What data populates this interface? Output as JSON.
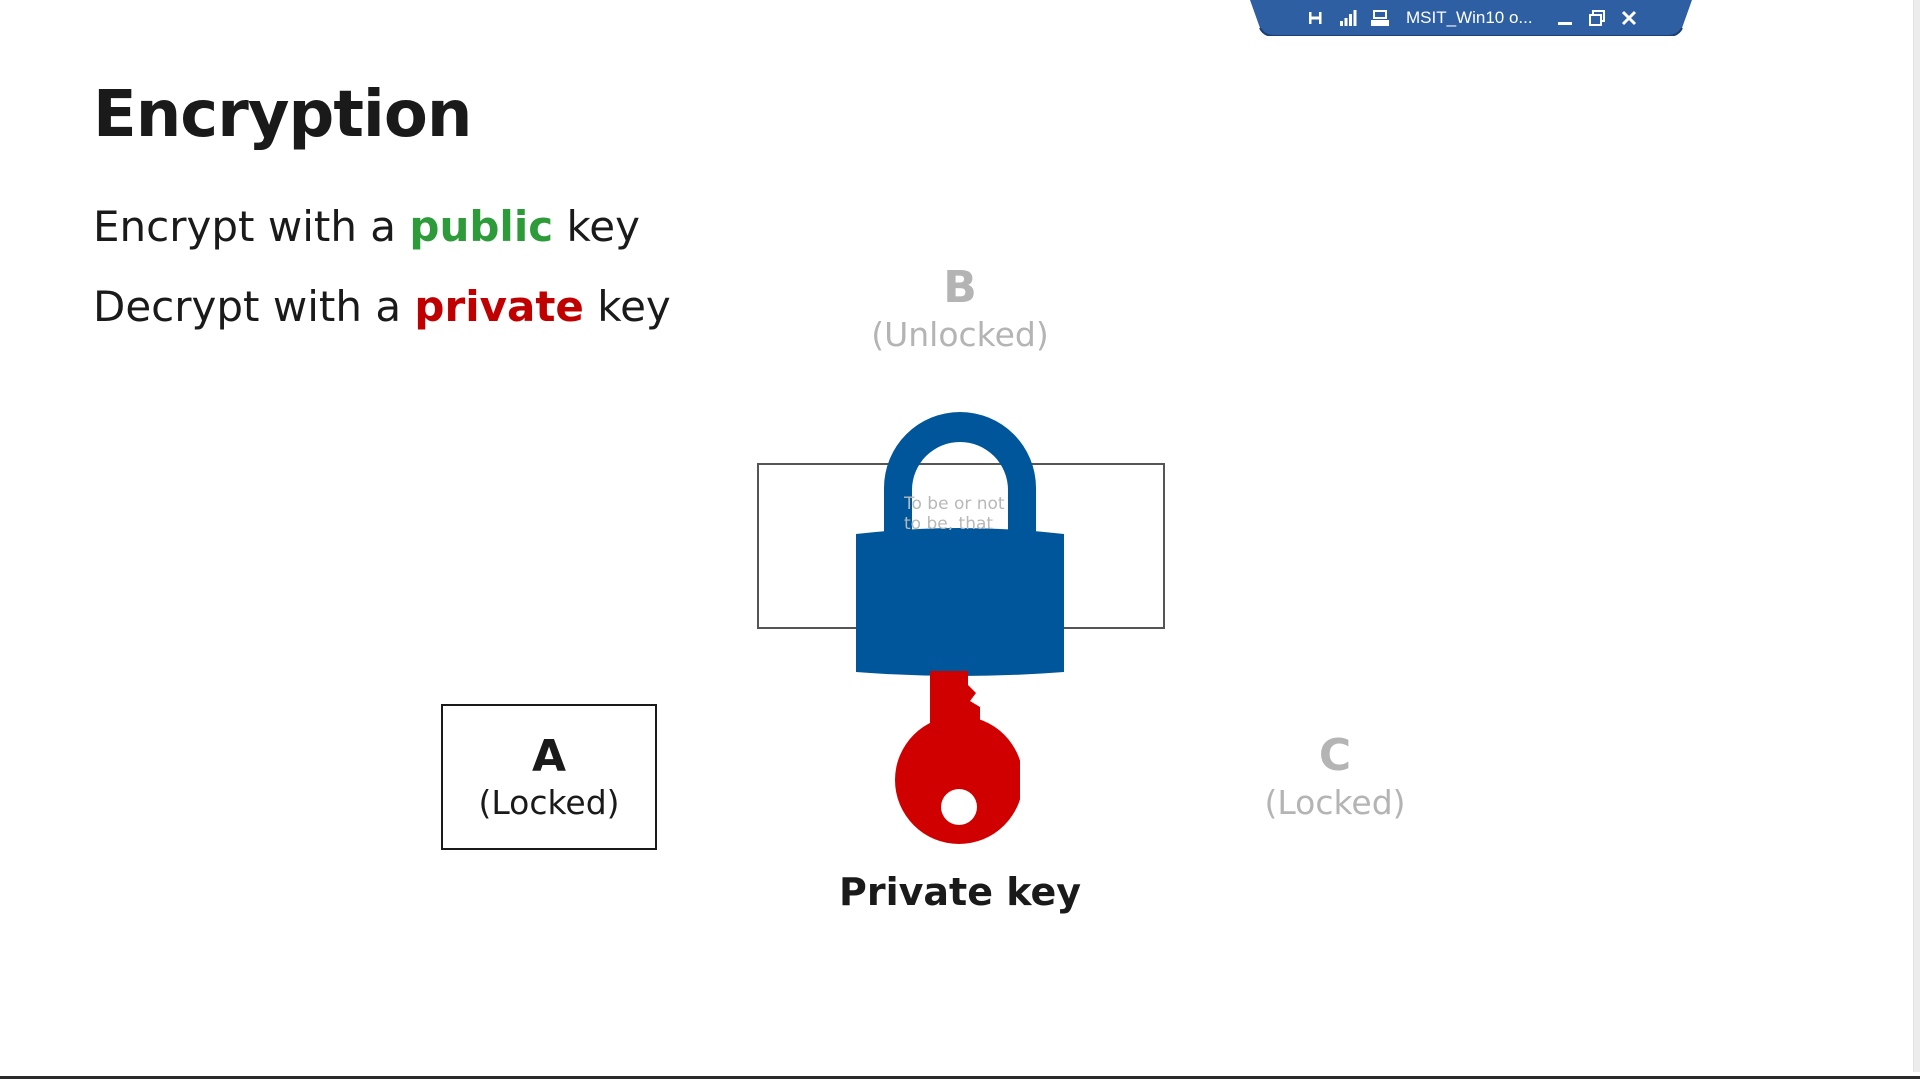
{
  "window": {
    "title": "MSIT_Win10 o...",
    "bar_color": "#2e5fa3"
  },
  "slide": {
    "title": "Encryption",
    "line1": {
      "prefix": "Encrypt with a ",
      "highlight": "public",
      "suffix": " key",
      "highlight_color": "#2e9b3a"
    },
    "line2": {
      "prefix": "Decrypt with a ",
      "highlight": "private",
      "suffix": " key",
      "highlight_color": "#c00000"
    },
    "box_b": {
      "letter": "B",
      "state": "(Unlocked)"
    },
    "box_a": {
      "letter": "A",
      "state": "(Locked)"
    },
    "box_c": {
      "letter": "C",
      "state": "(Locked)"
    },
    "document_text": "To be or not to be, that is",
    "key_caption": "Private key",
    "lock_color": "#00569a",
    "key_color": "#d00000"
  },
  "icons": [
    "pin-icon",
    "signal-icon",
    "connection-icon",
    "minimize-icon",
    "restore-icon",
    "close-icon",
    "padlock-icon",
    "key-icon"
  ]
}
